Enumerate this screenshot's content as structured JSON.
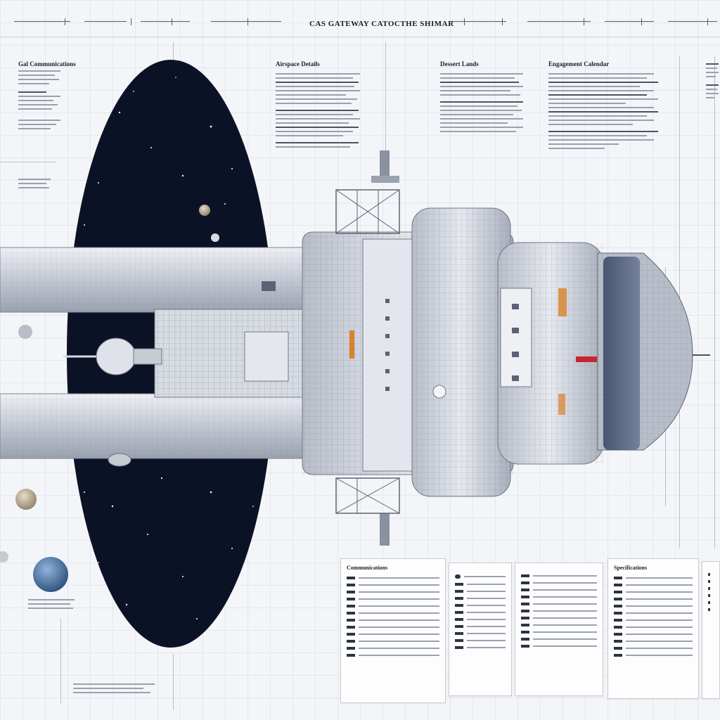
{
  "header": {
    "title": "CAS GATEWAY CATOCTHE SHIMAR"
  },
  "panels": [
    {
      "heading": "Gal Communications"
    },
    {
      "heading": "Airspace Details"
    },
    {
      "heading": "Dessert Lands"
    },
    {
      "heading": "Engagement Calendar"
    }
  ],
  "cards": [
    {
      "heading": "Communications"
    },
    {
      "heading": ""
    },
    {
      "heading": ""
    },
    {
      "heading": "Specifications"
    },
    {
      "heading": ""
    }
  ],
  "colors": {
    "background": "#f4f5f8",
    "space": "#0c1226",
    "hull": "#c9ced8",
    "accent_orange": "#d9822b",
    "accent_red": "#c4282e"
  }
}
